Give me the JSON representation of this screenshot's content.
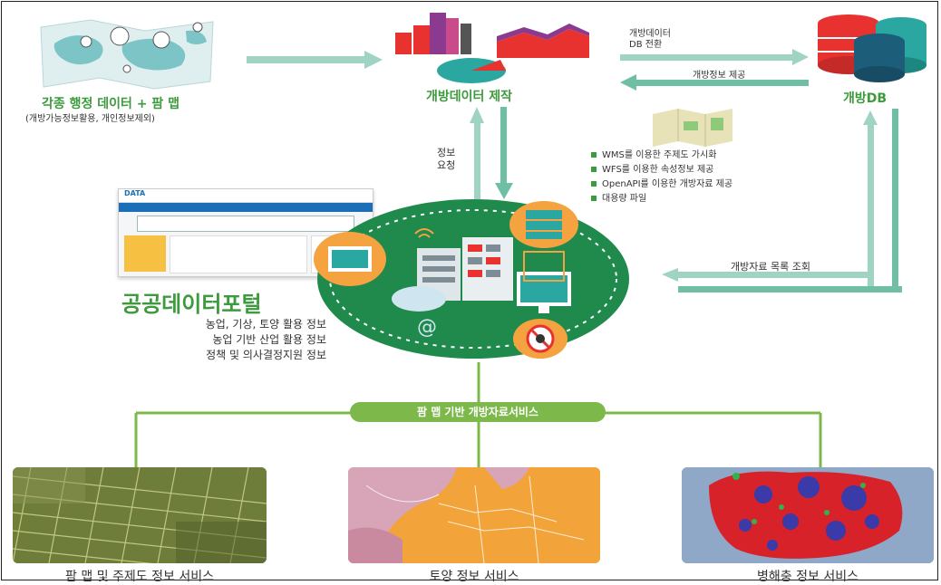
{
  "top": {
    "source_title": "각종 행정 데이터 + 팜 맵",
    "source_subtitle": "(개방가능정보활용, 개인정보제외)",
    "production_title": "개방데이터 제작",
    "db_title": "개방DB",
    "arrow_db_convert_line1": "개방데이터",
    "arrow_db_convert_line2": "DB 전환",
    "arrow_info_provide": "개방정보 제공",
    "info_request_line1": "정보",
    "info_request_line2": "요청",
    "catalog_lookup": "개방자료 목록 조회"
  },
  "methods": [
    "WMS를 이용한 주제도 가시화",
    "WFS를 이용한 속성정보 제공",
    "OpenAPI를 이용한 개방자료 제공",
    "대용량 파일"
  ],
  "portal": {
    "title": "공공데이터포털",
    "lines": [
      "농업, 기상, 토양 활용 정보",
      "농업 기반 산업 활용 정보",
      "정책 및 의사결정지원 정보"
    ],
    "logo_text": "DATA"
  },
  "service_bar": "팜 맵 기반 개방자료서비스",
  "services": [
    "팜 맵 및 주제도 정보 서비스",
    "토양 정보 서비스",
    "병해충 정보 서비스"
  ],
  "colors": {
    "accent_green": "#3d9a3d",
    "teal": "#2aa7a0",
    "circle_green": "#1f8a4c",
    "orange": "#f4a340"
  }
}
